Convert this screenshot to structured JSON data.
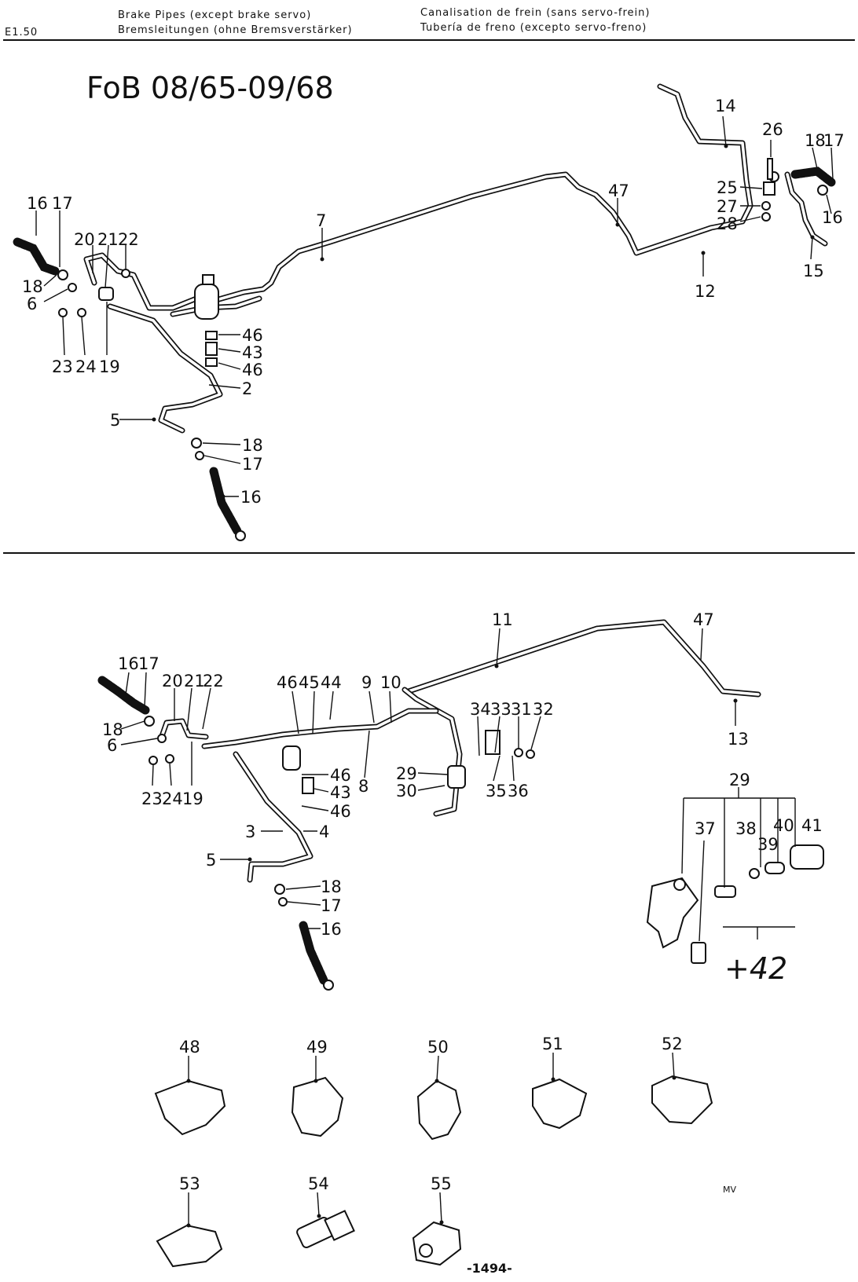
{
  "header": {
    "code": "E1.50",
    "en": "Brake Pipes (except brake servo)",
    "de": "Bremsleitungen (ohne Bremsverstärker)",
    "fr": "Canalisation de frein (sans servo-frein)",
    "es": "Tubería de freno (excepto servo-freno)"
  },
  "title": "FoB 08/65-09/68",
  "labels_top": [
    "14",
    "26",
    "18",
    "17",
    "25",
    "27",
    "28",
    "16",
    "15",
    "47",
    "12",
    "7",
    "16",
    "17",
    "20",
    "21",
    "22",
    "18",
    "6",
    "23",
    "24",
    "19",
    "46",
    "43",
    "46",
    "2",
    "5",
    "18",
    "17",
    "16"
  ],
  "labels_bottom": [
    "11",
    "47",
    "13",
    "16",
    "17",
    "20",
    "21",
    "22",
    "18",
    "6",
    "23",
    "24",
    "19",
    "46",
    "45",
    "44",
    "9",
    "10",
    "34",
    "33",
    "31",
    "32",
    "29",
    "30",
    "35",
    "36",
    "8",
    "46",
    "43",
    "46",
    "3",
    "4",
    "5",
    "18",
    "17",
    "16",
    "29",
    "37",
    "38",
    "40",
    "41",
    "39"
  ],
  "assembly_ref": "+42",
  "clips": [
    "48",
    "49",
    "50",
    "51",
    "52",
    "53",
    "54",
    "55"
  ],
  "mark": "MV",
  "page_number": "-1494-"
}
